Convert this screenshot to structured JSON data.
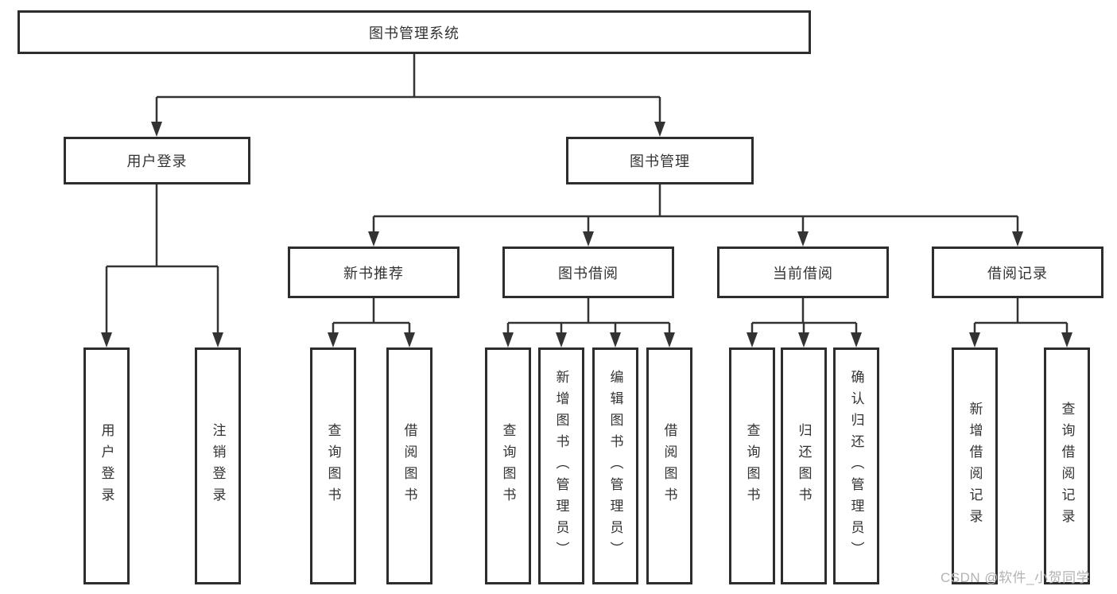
{
  "diagram": {
    "colors": {
      "line": "#333333",
      "box_border": "#2d2d2d",
      "box_fill": "#ffffff",
      "text": "#333333",
      "watermark_text": "#b3b3b3"
    },
    "tree": {
      "label": "图书管理系统",
      "children": [
        {
          "label": "用户登录",
          "children": [
            {
              "label": "用户登录"
            },
            {
              "label": "注销登录"
            }
          ]
        },
        {
          "label": "图书管理",
          "children": [
            {
              "label": "新书推荐",
              "children": [
                {
                  "label": "查询图书"
                },
                {
                  "label": "借阅图书"
                }
              ]
            },
            {
              "label": "图书借阅",
              "children": [
                {
                  "label": "查询图书"
                },
                {
                  "label": "新增图书（管理员）"
                },
                {
                  "label": "编辑图书（管理员）"
                },
                {
                  "label": "借阅图书"
                }
              ]
            },
            {
              "label": "当前借阅",
              "children": [
                {
                  "label": "查询图书"
                },
                {
                  "label": "归还图书"
                },
                {
                  "label": "确认归还（管理员）"
                }
              ]
            },
            {
              "label": "借阅记录",
              "children": [
                {
                  "label": "新增借阅记录"
                },
                {
                  "label": "查询借阅记录"
                }
              ]
            }
          ]
        }
      ]
    },
    "watermark": "CSDN @软件_小贺同学"
  }
}
